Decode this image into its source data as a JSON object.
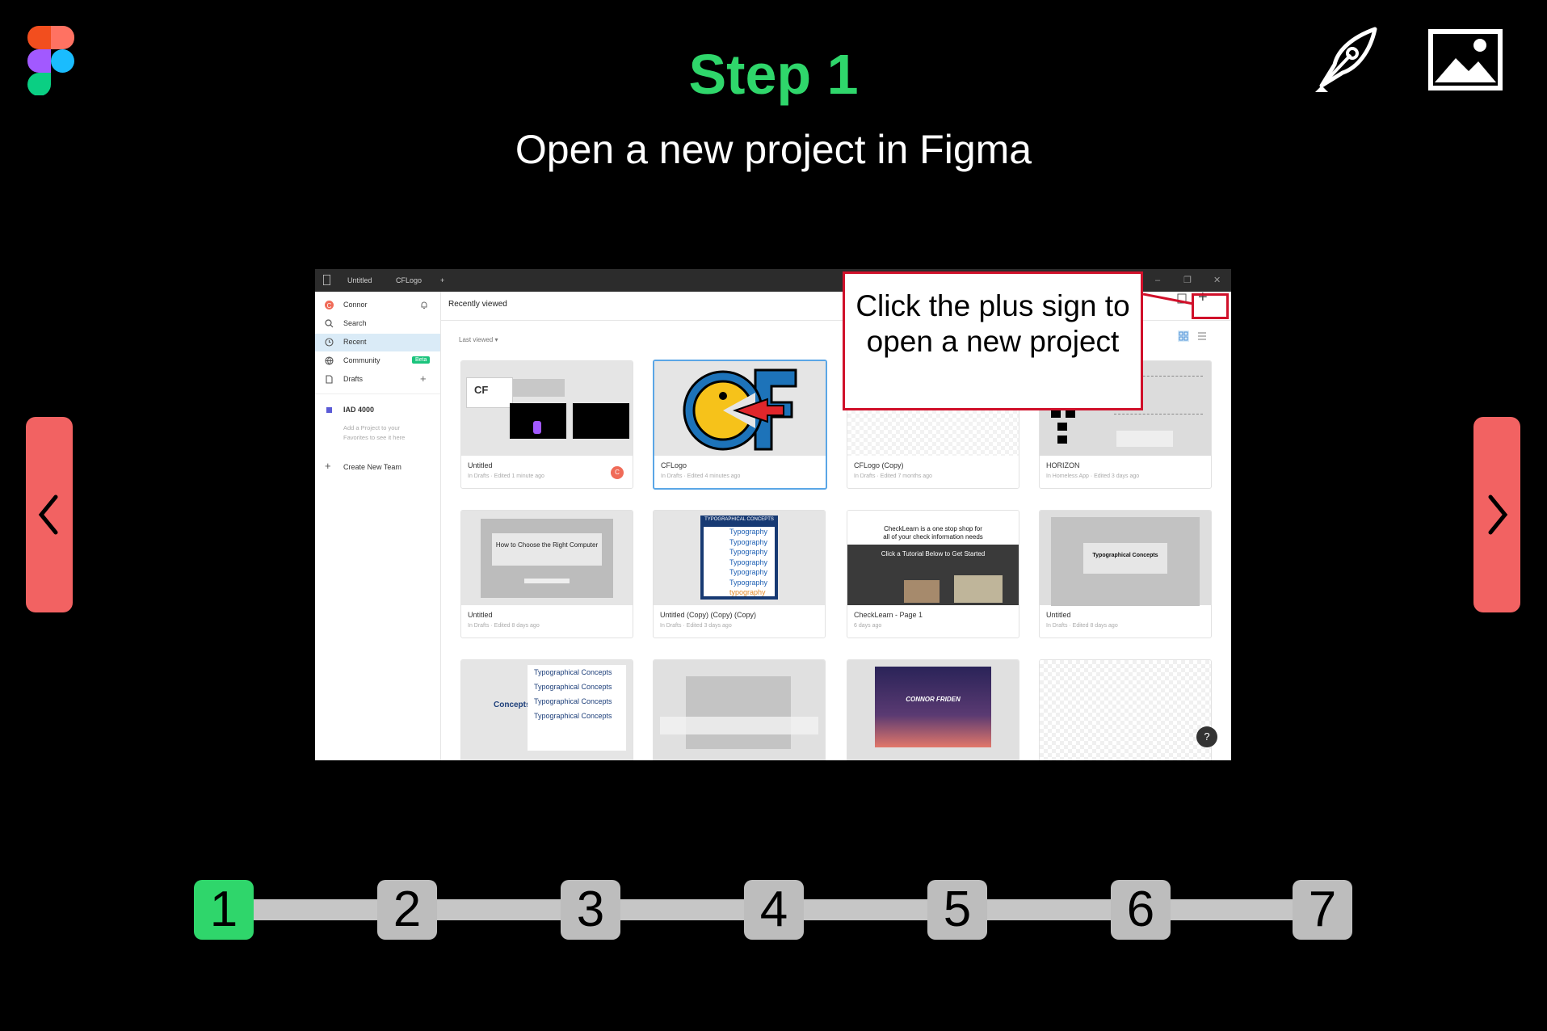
{
  "header": {
    "step_title": "Step 1",
    "step_subtitle": "Open a new project in Figma",
    "logo_icon": "figma-logo",
    "pen_icon": "pen-tool-icon",
    "image_icon": "image-icon"
  },
  "colors": {
    "accent_green": "#2fd66b",
    "nav_red": "#f26262",
    "callout_red": "#d0102a"
  },
  "screenshot": {
    "tabs": [
      "Untitled",
      "CFLogo",
      "+"
    ],
    "sidebar": {
      "user": "Connor",
      "items": [
        {
          "label": "Search",
          "icon": "search-icon"
        },
        {
          "label": "Recent",
          "icon": "clock-icon"
        },
        {
          "label": "Community",
          "icon": "globe-icon",
          "badge": "Beta"
        },
        {
          "label": "Drafts",
          "icon": "file-icon"
        }
      ],
      "team": "IAD 4000",
      "team_hint_1": "Add a Project to your",
      "team_hint_2": "Favorites to see it here",
      "create_team": "Create New Team"
    },
    "main_heading": "Recently viewed",
    "filter": "Last viewed ▾",
    "cards": [
      {
        "title": "Untitled",
        "meta": "In Drafts · Edited 1 minute ago"
      },
      {
        "title": "CFLogo",
        "meta": "In Drafts · Edited 4 minutes ago"
      },
      {
        "title": "CFLogo (Copy)",
        "meta": "In Drafts · Edited 7 months ago"
      },
      {
        "title": "HORIZON",
        "meta": "In Homeless App · Edited 3 days ago"
      },
      {
        "title": "Untitled",
        "meta": "In Drafts · Edited 8 days ago"
      },
      {
        "title": "Untitled (Copy) (Copy) (Copy)",
        "meta": "In Drafts · Edited 3 days ago"
      },
      {
        "title": "CheckLearn - Page 1",
        "meta": "6 days ago"
      },
      {
        "title": "Untitled",
        "meta": "In Drafts · Edited 8 days ago"
      }
    ],
    "thumb_texts": {
      "computer": "How to Choose the Right Computer",
      "typo_header": "TYPOGRAPHICAL CONCEPTS",
      "typo_word": "Typography",
      "typo_last": "typography",
      "checklearn_1": "CheckLearn is a one stop shop for",
      "checklearn_2": "all of your check information needs",
      "checklearn_3": "Click a Tutorial Below to Get Started",
      "typo_concepts": "Typographical Concepts",
      "concepts": "Concepts",
      "connor": "CONNOR FRIDEN",
      "help": "?"
    }
  },
  "callout": "Click the plus sign to open a new project",
  "stepper": [
    "1",
    "2",
    "3",
    "4",
    "5",
    "6",
    "7"
  ],
  "active_step": 1
}
